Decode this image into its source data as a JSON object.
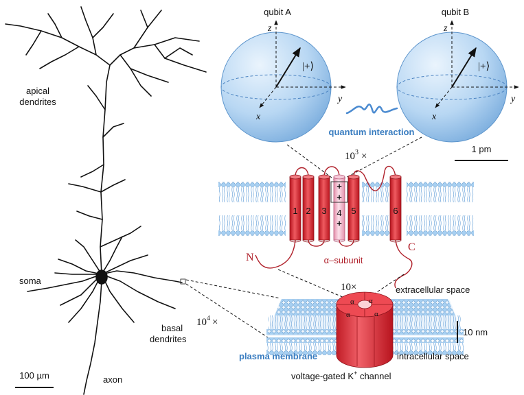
{
  "neuron": {
    "apical_label_1": "apical",
    "apical_label_2": "dendrites",
    "soma_label": "soma",
    "basal_label_1": "basal",
    "basal_label_2": "dendrites",
    "axon_label": "axon",
    "scale_label": "100 µm",
    "zoom_label": "10",
    "zoom_exp": "4",
    "zoom_times": "×"
  },
  "qubits": {
    "a_label": "qubit A",
    "b_label": "qubit B",
    "state": "|+⟩",
    "axis_x": "x",
    "axis_y": "y",
    "axis_z": "z",
    "interaction_label": "quantum interaction",
    "scale_label": "1 pm"
  },
  "subunit": {
    "zoom_label": "10",
    "zoom_exp": "3",
    "zoom_times": "×",
    "helices": [
      "1",
      "2",
      "3",
      "4",
      "5",
      "6"
    ],
    "charge": "+",
    "n_label": "N",
    "c_label": "C",
    "name": "α–subunit"
  },
  "channel": {
    "zoom_label": "10×",
    "extracellular": "extracellular space",
    "intracellular": "intracellular space",
    "membrane_label": "plasma membrane",
    "scale_label": "10 nm",
    "alpha": "α",
    "caption_pre": "voltage-gated K",
    "caption_sup": "+",
    "caption_post": " channel"
  },
  "colors": {
    "sphere": "#a9cdf0",
    "helix": "#e03a43",
    "helix4": "#f3b7c9",
    "lipid": "#9cc7ee",
    "accent_blue": "#3a7dc0"
  }
}
